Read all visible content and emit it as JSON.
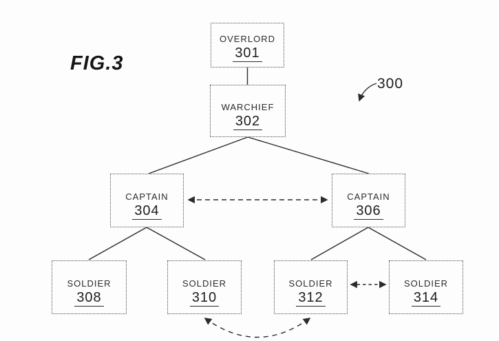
{
  "figure": {
    "label": "FIG.3",
    "reference_number": "300"
  },
  "diagram": {
    "type": "hierarchy-tree",
    "nodes": [
      {
        "id": "overlord",
        "label": "OVERLORD",
        "number": "301"
      },
      {
        "id": "warchief",
        "label": "WARCHIEF",
        "number": "302"
      },
      {
        "id": "captain-left",
        "label": "CAPTAIN",
        "number": "304"
      },
      {
        "id": "captain-right",
        "label": "CAPTAIN",
        "number": "306"
      },
      {
        "id": "soldier-1",
        "label": "SOLDIER",
        "number": "308"
      },
      {
        "id": "soldier-2",
        "label": "SOLDIER",
        "number": "310"
      },
      {
        "id": "soldier-3",
        "label": "SOLDIER",
        "number": "312"
      },
      {
        "id": "soldier-4",
        "label": "SOLDIER",
        "number": "314"
      }
    ],
    "edges": [
      {
        "from": "301",
        "to": "302",
        "style": "solid-line"
      },
      {
        "from": "302",
        "to": "304",
        "style": "solid-line"
      },
      {
        "from": "302",
        "to": "306",
        "style": "solid-line"
      },
      {
        "from": "304",
        "to": "308",
        "style": "solid-line"
      },
      {
        "from": "304",
        "to": "310",
        "style": "solid-line"
      },
      {
        "from": "306",
        "to": "312",
        "style": "solid-line"
      },
      {
        "from": "306",
        "to": "314",
        "style": "solid-line"
      },
      {
        "from": "304",
        "to": "306",
        "style": "dashed-double-arrow"
      },
      {
        "from": "312",
        "to": "314",
        "style": "dashed-double-arrow"
      },
      {
        "from": "310",
        "to": "312",
        "style": "dashed-double-arrow-curved"
      }
    ],
    "colors": {
      "ink": "#2b2b2b",
      "background": "#fdfdfd"
    }
  }
}
